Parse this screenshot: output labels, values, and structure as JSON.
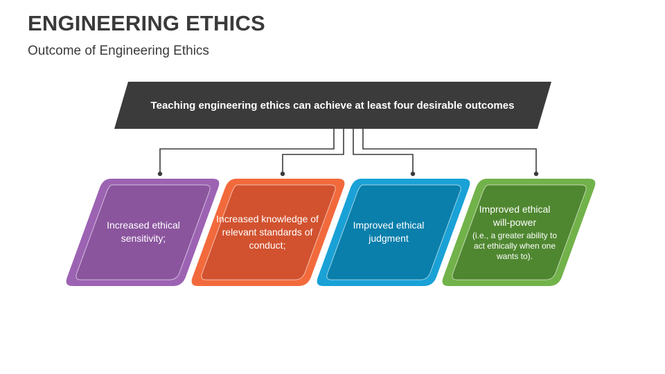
{
  "slide": {
    "title": "ENGINEERING ETHICS",
    "subtitle": "Outcome of Engineering Ethics"
  },
  "banner": {
    "text": "Teaching engineering ethics can achieve at least four desirable outcomes",
    "color": "#3b3b3b"
  },
  "connector_color": "#3b3b3b",
  "outcomes": [
    {
      "label": "Increased ethical sensitivity;",
      "outer_color": "#9c63b3",
      "inner_color": "#8b559e"
    },
    {
      "label": "Increased knowledge of relevant standards of conduct;",
      "outer_color": "#f26a3c",
      "inner_color": "#d2522f"
    },
    {
      "label": "Improved ethical judgment",
      "outer_color": "#1aa1d6",
      "inner_color": "#0a7fab"
    },
    {
      "label": "Improved ethical will-power",
      "detail": "(i.e., a greater ability to act ethically when one wants to).",
      "outer_color": "#72b24a",
      "inner_color": "#4f8730"
    }
  ]
}
